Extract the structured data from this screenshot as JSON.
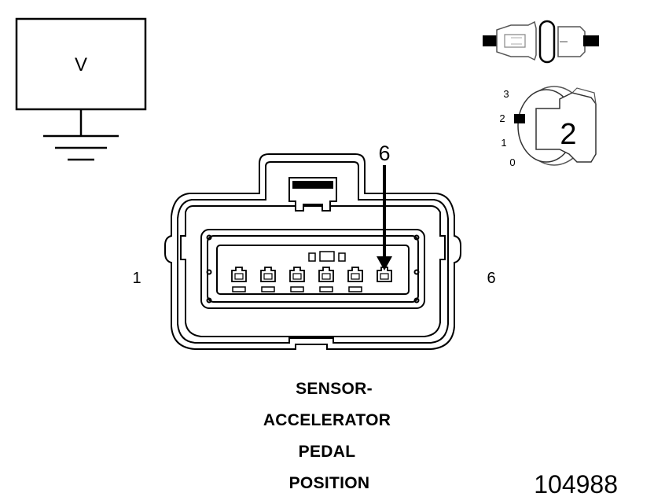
{
  "meter": {
    "label": "V"
  },
  "key_icon": {
    "positions": [
      "3",
      "2",
      "1",
      "0"
    ],
    "selected_position": "2",
    "position_value": "2"
  },
  "connector": {
    "pin_count": 6,
    "left_pin_label": "1",
    "right_pin_label": "6",
    "probe_pin_label": "6",
    "probe_pin_index": 6
  },
  "caption": {
    "lines": [
      "SENSOR-",
      "ACCELERATOR",
      "PEDAL",
      "POSITION"
    ]
  },
  "diagram_id": "104988"
}
